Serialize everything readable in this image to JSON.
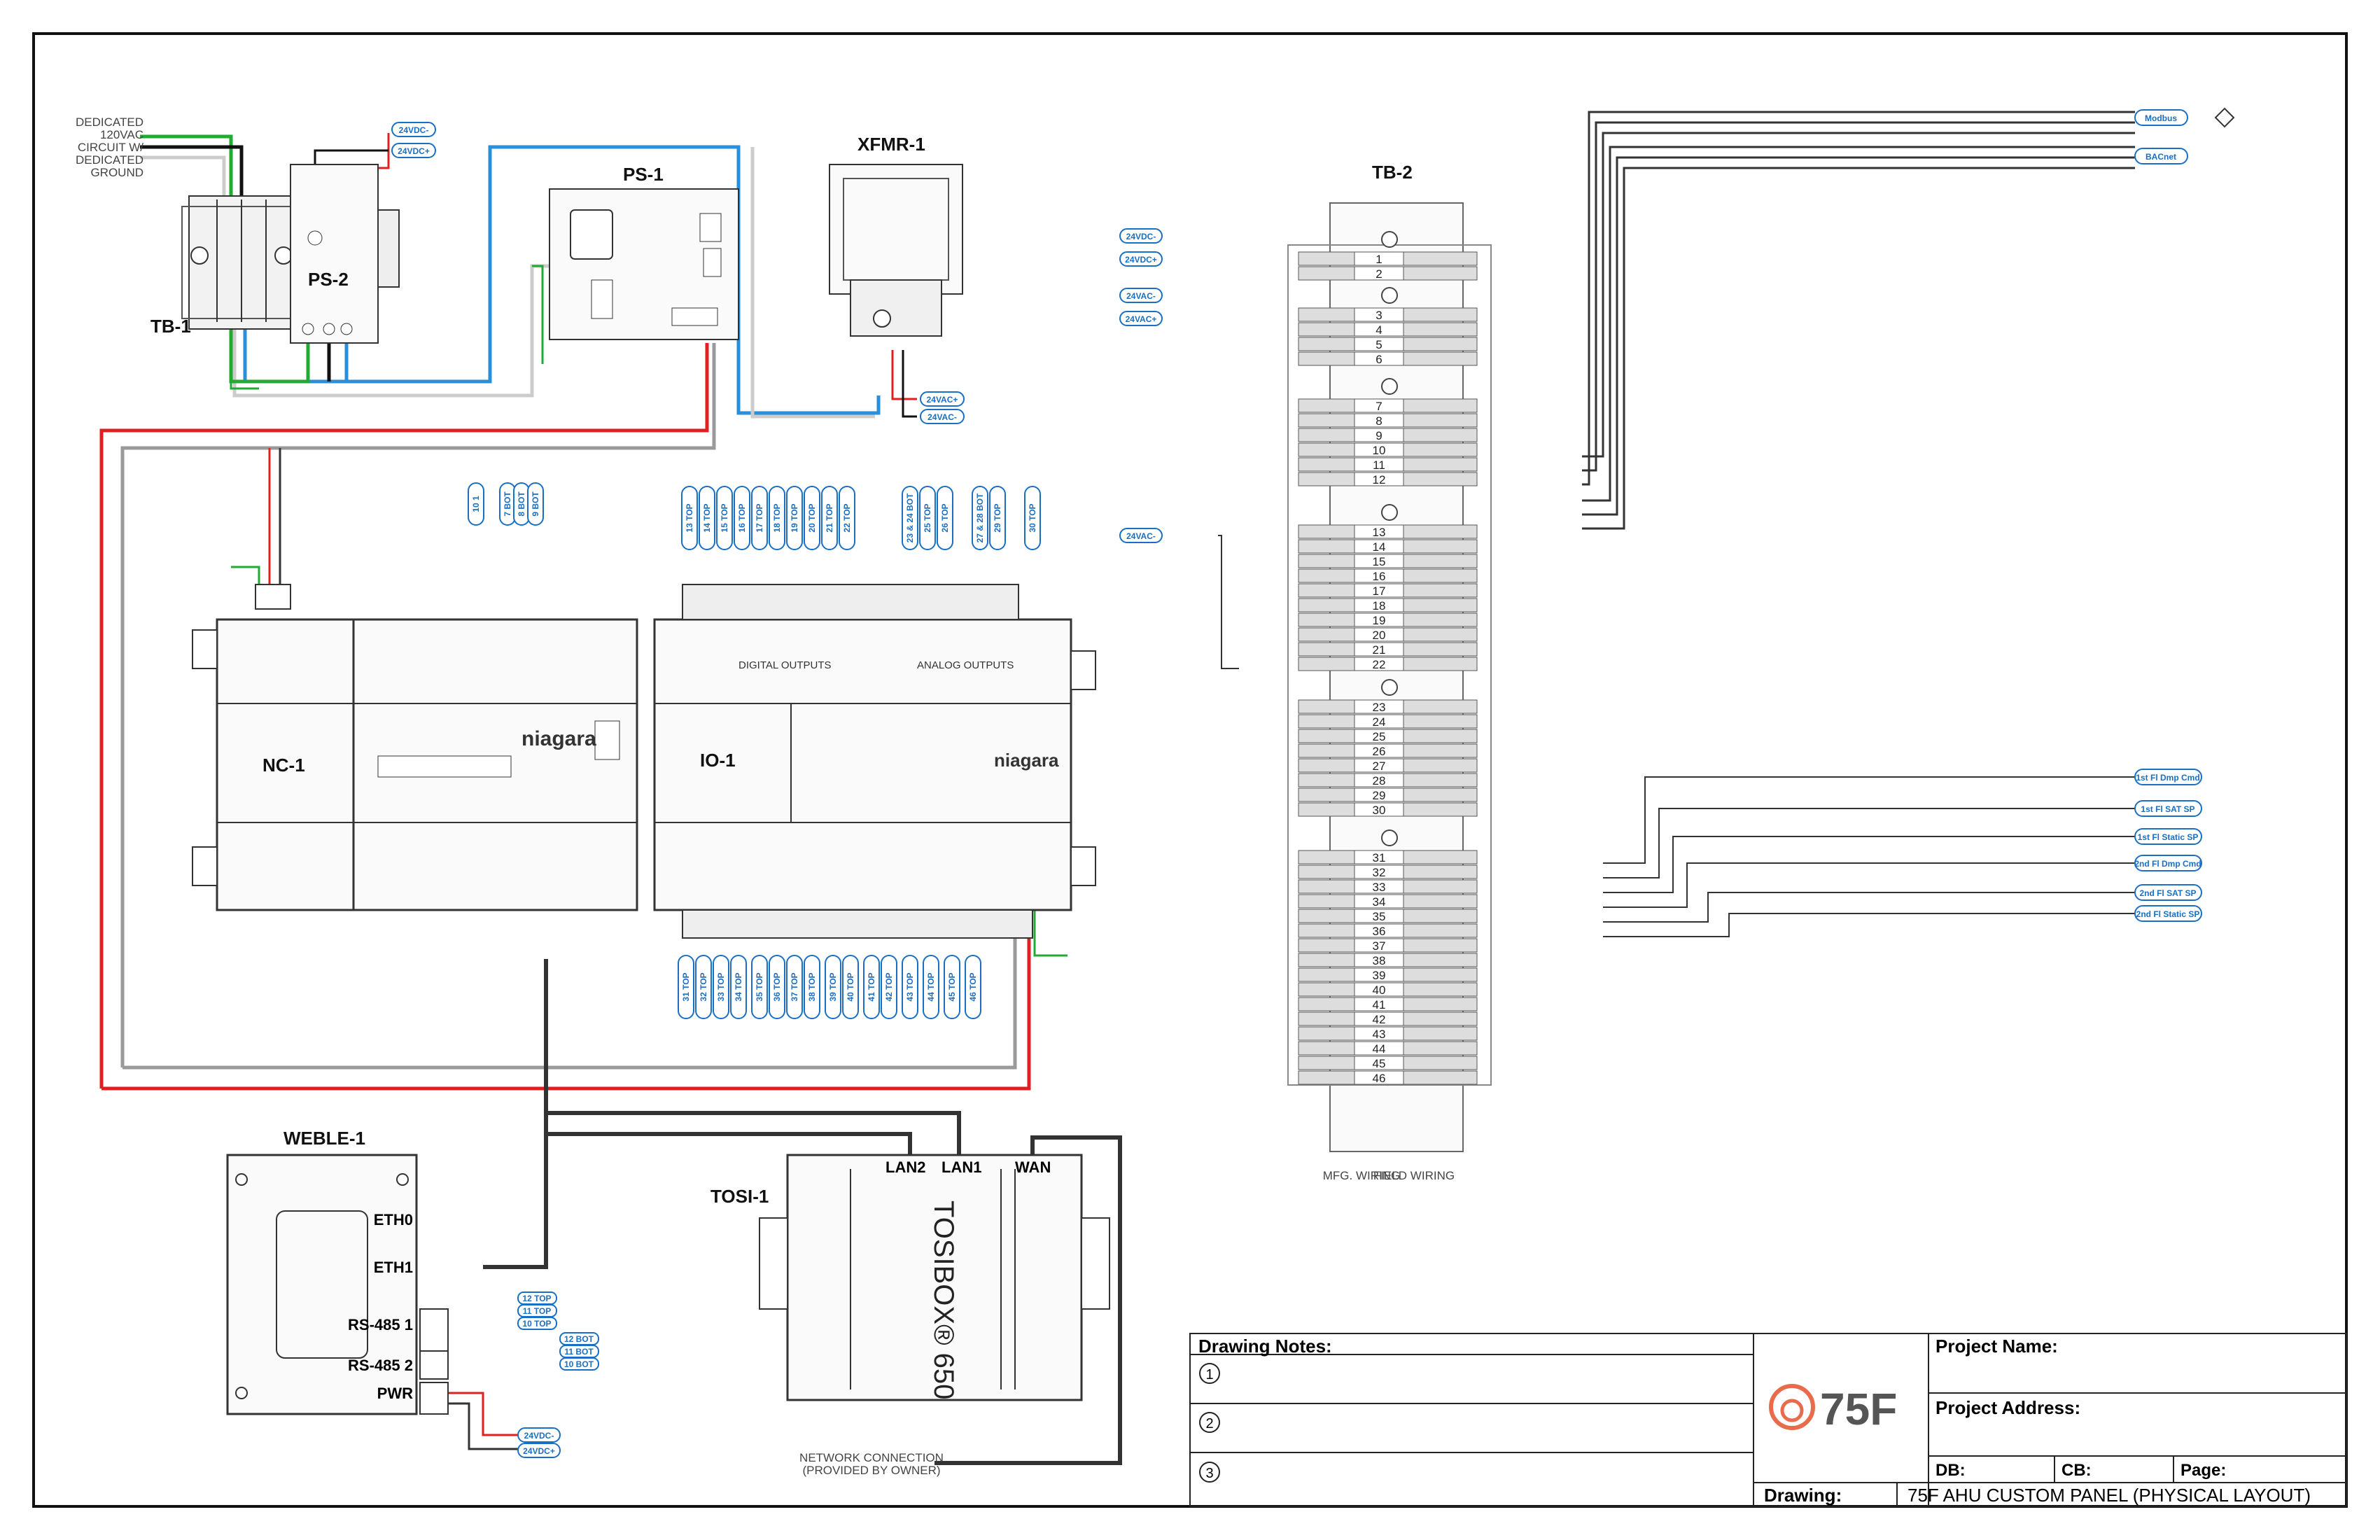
{
  "labels": {
    "tb1": "TB-1",
    "ps2": "PS-2",
    "ps1": "PS-1",
    "xfmr1": "XFMR-1",
    "tb2": "TB-2",
    "nc1": "NC-1",
    "io1": "IO-1",
    "weble1": "WEBLE-1",
    "tosi1": "TOSI-1",
    "tosibox": "TOSIBOX® 650",
    "digital_outputs": "DIGITAL OUTPUTS",
    "analog_outputs": "ANALOG OUTPUTS",
    "niagara": "niagara",
    "lan2": "LAN2",
    "lan1": "LAN1",
    "wan": "WAN",
    "eth0": "ETH0",
    "eth1": "ETH1",
    "rs485_1": "RS-485 1",
    "rs485_2": "RS-485 2",
    "pwr": "PWR",
    "mfg_wiring": "MFG. WIRING",
    "field_wiring": "FIELD WIRING"
  },
  "dedicated_circuit": [
    "DEDICATED",
    "120VAC",
    "CIRCUIT W/",
    "DEDICATED",
    "GROUND"
  ],
  "network_note": [
    "NETWORK CONNECTION",
    "(PROVIDED BY OWNER)"
  ],
  "power_tags": {
    "ps2_top": [
      "24VDC-",
      "24VDC+"
    ],
    "tb2_left": [
      "24VDC-",
      "24VDC+",
      "24VAC-",
      "24VAC+"
    ],
    "xfmr_out": [
      "24VAC+",
      "24VAC-"
    ],
    "tb2_mid": "24VAC-",
    "weble_pwr": [
      "24VDC-",
      "24VDC+"
    ]
  },
  "network_tags": [
    "Modbus",
    "BACnet"
  ],
  "sensor_tags": [
    "1st Fl Dmp Cmd",
    "1st Fl SAT SP",
    "1st Fl Static SP",
    "2nd Fl Dmp Cmd",
    "2nd Fl SAT SP",
    "2nd Fl Static SP"
  ],
  "tb2_terminals": [
    "1",
    "2",
    "3",
    "4",
    "5",
    "6",
    "7",
    "8",
    "9",
    "10",
    "11",
    "12",
    "13",
    "14",
    "15",
    "16",
    "17",
    "18",
    "19",
    "20",
    "21",
    "22",
    "23",
    "24",
    "25",
    "26",
    "27",
    "28",
    "29",
    "30",
    "31",
    "32",
    "33",
    "34",
    "35",
    "36",
    "37",
    "38",
    "39",
    "40",
    "41",
    "42",
    "43",
    "44",
    "45",
    "46"
  ],
  "weble_rs485_tags": [
    "12 TOP",
    "11 TOP",
    "10 TOP",
    "12 BOT",
    "11 BOT",
    "10 BOT"
  ],
  "nc1_top_tags": [
    "10 1",
    "7 BOT",
    "8 BOT",
    "9 BOT"
  ],
  "io_top_tags": [
    "13 TOP",
    "14 TOP",
    "15 TOP",
    "16 TOP",
    "17 TOP",
    "18 TOP",
    "19 TOP",
    "20 TOP",
    "21 TOP",
    "22 TOP",
    "23 & 24 BOT",
    "25 TOP",
    "26 TOP",
    "27 & 28 BOT",
    "29 TOP",
    "30 TOP"
  ],
  "io_bot_tags": [
    "31 TOP",
    "32 TOP",
    "33 TOP",
    "34 TOP",
    "35 TOP",
    "36 TOP",
    "37 TOP",
    "38 TOP",
    "39 TOP",
    "40 TOP",
    "41 TOP",
    "42 TOP",
    "43 TOP",
    "44 TOP",
    "45 TOP",
    "46 TOP"
  ],
  "title_block": {
    "drawing_notes": "Drawing Notes:",
    "note_nums": [
      "1",
      "2",
      "3"
    ],
    "project_name": "Project Name:",
    "project_address": "Project Address:",
    "db": "DB:",
    "cb": "CB:",
    "page": "Page:",
    "drawing": "Drawing:",
    "drawing_title": "75F AHU CUSTOM PANEL (PHYSICAL LAYOUT)",
    "logo": "75F"
  },
  "colors": {
    "red": "#e02020",
    "green": "#22aa33",
    "blue": "#2a8fd8",
    "gray": "#9a9a9a",
    "dark": "#333333",
    "tag_fill": "#1a6fc2"
  }
}
